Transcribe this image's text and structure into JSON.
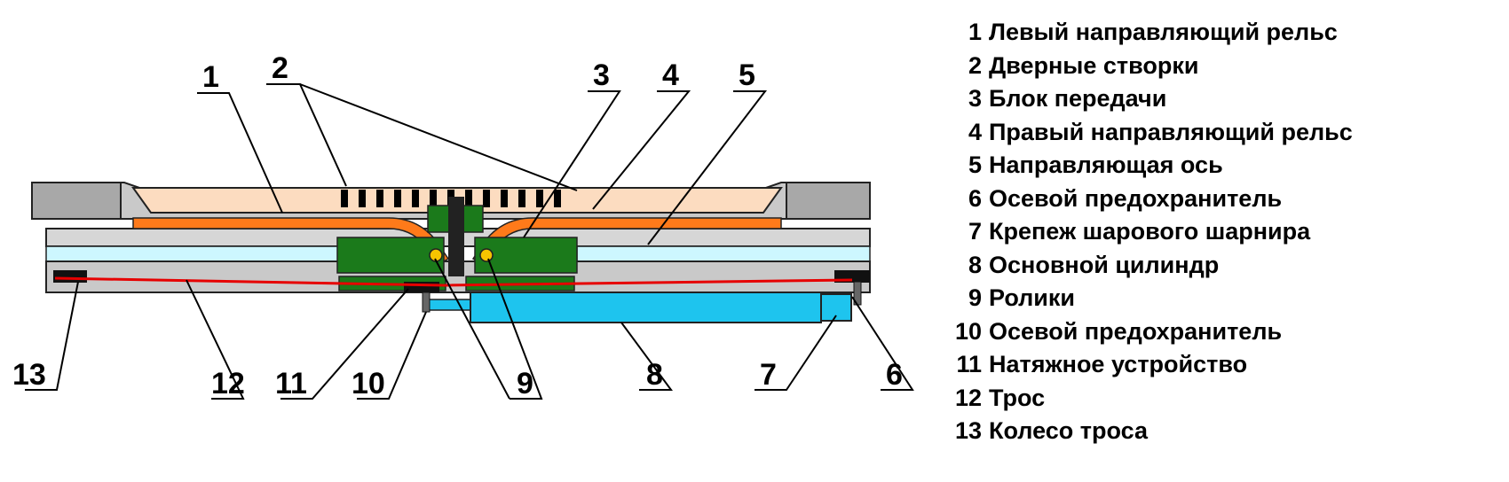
{
  "colors": {
    "rail_orange": "#ff7a1a",
    "door_peach": "#fcdcc0",
    "transfer_green": "#1b7a1b",
    "axis_cyan": "#cdf7ff",
    "cylinder_blue": "#1ec4ee",
    "cable_red": "#e60000",
    "frame_grey": "#c9c9c9",
    "roller_yellow": "#f5c400"
  },
  "callouts": [
    "1",
    "2",
    "3",
    "4",
    "5",
    "6",
    "7",
    "8",
    "9",
    "10",
    "11",
    "12",
    "13"
  ],
  "legend": [
    {
      "num": "1",
      "label": "Левый направляющий рельс"
    },
    {
      "num": "2",
      "label": "Дверные створки"
    },
    {
      "num": "3",
      "label": "Блок передачи"
    },
    {
      "num": "4",
      "label": "Правый направляющий рельс"
    },
    {
      "num": "5",
      "label": "Направляющая ось"
    },
    {
      "num": "6",
      "label": "Осевой предохранитель"
    },
    {
      "num": "7",
      "label": "Крепеж шарового шарнира"
    },
    {
      "num": "8",
      "label": "Основной цилиндр"
    },
    {
      "num": "9",
      "label": "Ролики"
    },
    {
      "num": "10",
      "label": "Осевой предохранитель"
    },
    {
      "num": "11",
      "label": "Натяжное устройство"
    },
    {
      "num": "12",
      "label": "Трос"
    },
    {
      "num": "13",
      "label": "Колесо троса"
    }
  ]
}
